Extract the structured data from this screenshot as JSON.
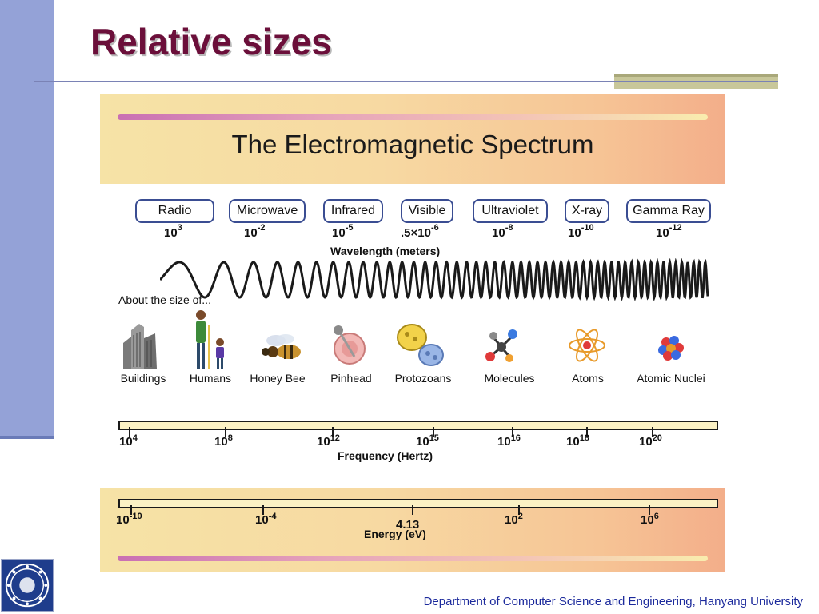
{
  "slide": {
    "title": "Relative sizes",
    "footer": "Department of Computer Science and Engineering, Hanyang University"
  },
  "figure": {
    "title": "The Electromagnetic Spectrum",
    "types": [
      {
        "name": "Radio",
        "wl_base": "10",
        "wl_exp": "3"
      },
      {
        "name": "Microwave",
        "wl_base": "10",
        "wl_exp": "-2"
      },
      {
        "name": "Infrared",
        "wl_base": "10",
        "wl_exp": "-5"
      },
      {
        "name": "Visible",
        "wl_base": ".5×10",
        "wl_exp": "-6"
      },
      {
        "name": "Ultraviolet",
        "wl_base": "10",
        "wl_exp": "-8"
      },
      {
        "name": "X-ray",
        "wl_base": "10",
        "wl_exp": "-10"
      },
      {
        "name": "Gamma Ray",
        "wl_base": "10",
        "wl_exp": "-12"
      }
    ],
    "wavelength_label": "Wavelength (meters)",
    "size_label": "About the size of...",
    "objects": [
      "Buildings",
      "Humans",
      "Honey Bee",
      "Pinhead",
      "Protozoans",
      "Molecules",
      "Atoms",
      "Atomic Nuclei"
    ],
    "frequency": {
      "label": "Frequency (Hertz)",
      "ticks": [
        {
          "base": "10",
          "exp": "4"
        },
        {
          "base": "10",
          "exp": "8"
        },
        {
          "base": "10",
          "exp": "12"
        },
        {
          "base": "10",
          "exp": "15"
        },
        {
          "base": "10",
          "exp": "16"
        },
        {
          "base": "10",
          "exp": "18"
        },
        {
          "base": "10",
          "exp": "20"
        }
      ]
    },
    "energy": {
      "label": "Energy (eV)",
      "ticks": [
        {
          "base": "10",
          "exp": "-10"
        },
        {
          "base": "10",
          "exp": "-4"
        },
        {
          "base": "4.13",
          "exp": ""
        },
        {
          "base": "10",
          "exp": "2"
        },
        {
          "base": "10",
          "exp": "6"
        }
      ]
    }
  }
}
